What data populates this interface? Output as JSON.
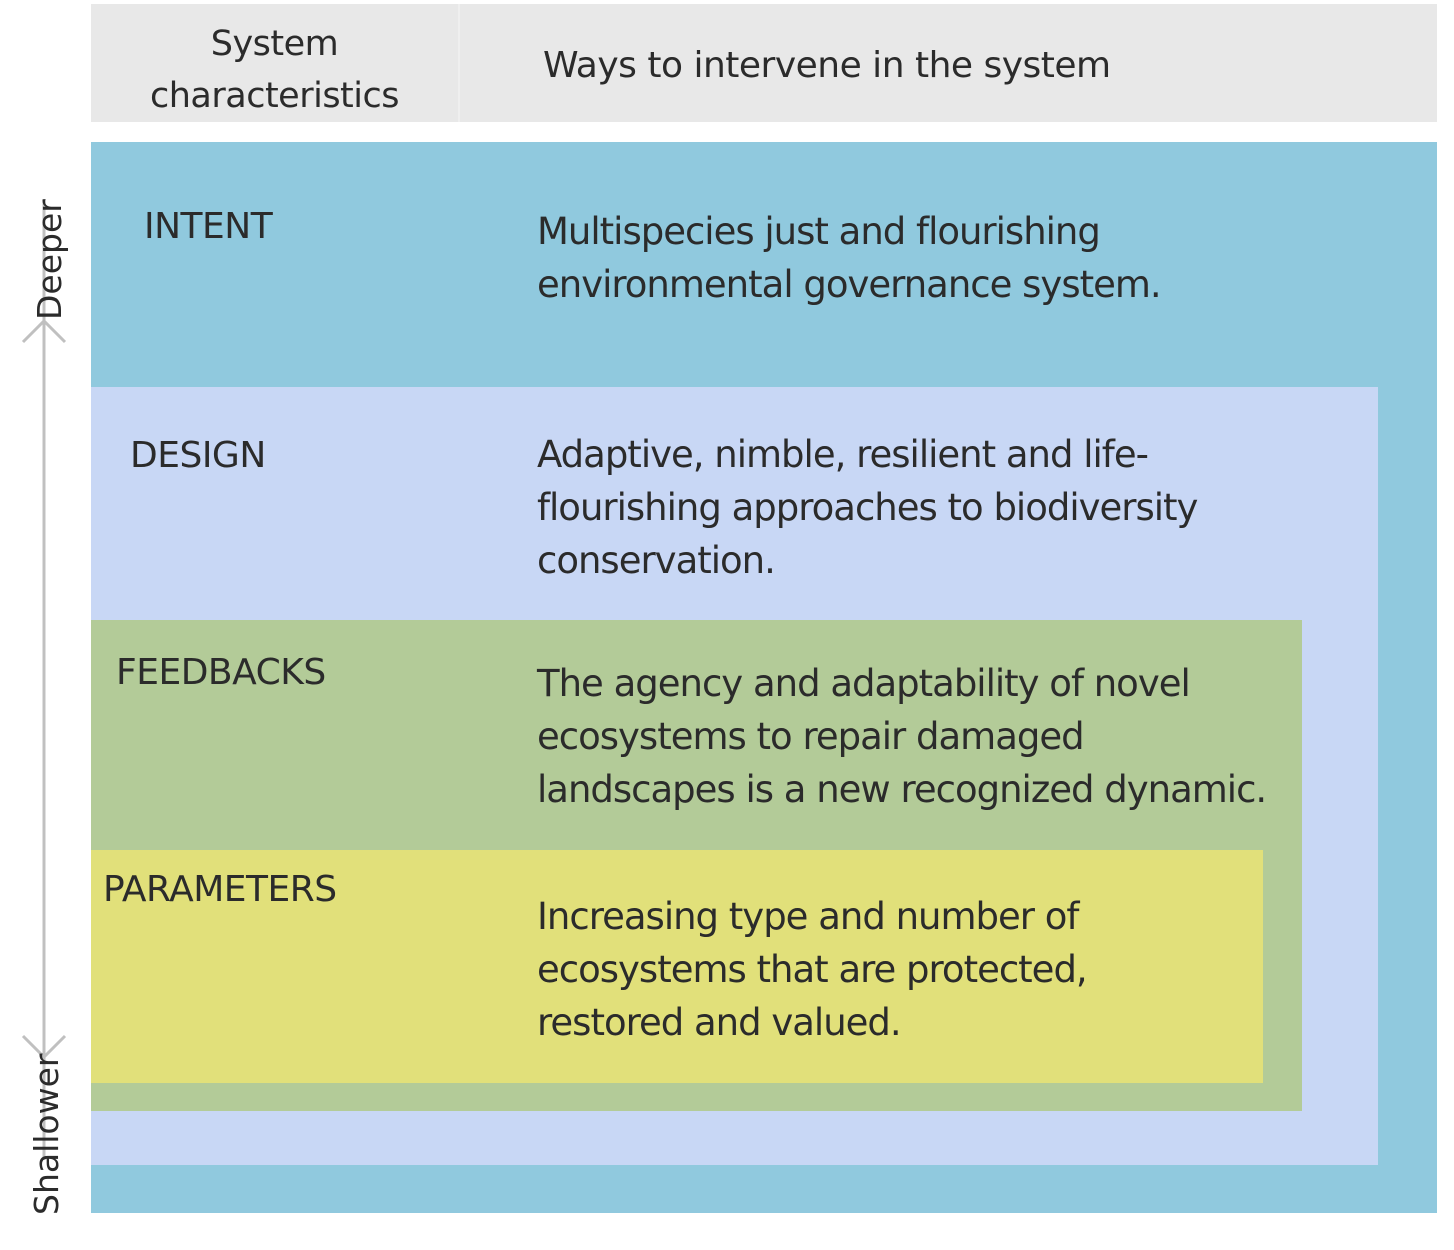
{
  "header": {
    "col1_label": "System characteristics",
    "col2_label": "Ways to intervene in the system"
  },
  "axis": {
    "top_label": "Deeper",
    "bottom_label": "Shallower"
  },
  "layers": [
    {
      "name": "INTENT",
      "description": "Multispecies just and flourishing\nenvironmental governance system.",
      "color": "#90c9de"
    },
    {
      "name": "DESIGN",
      "description": "Adaptive, nimble, resilient and life-\nflourishing approaches to biodiversity\nconservation.",
      "color": "#c8d7f5"
    },
    {
      "name": "FEEDBACKS",
      "description": "The agency and adaptability of novel\necosystems to repair damaged\nlandscapes is a new recognized dynamic.",
      "color": "#b3cb98"
    },
    {
      "name": "PARAMETERS",
      "description": "Increasing type and number of\necosystems that are protected,\nrestored and valued.",
      "color": "#e1e07a"
    }
  ],
  "colors": {
    "header_bg": "#e8e8e8",
    "arrow": "#c0c0c0",
    "text": "#2b2b2b"
  }
}
